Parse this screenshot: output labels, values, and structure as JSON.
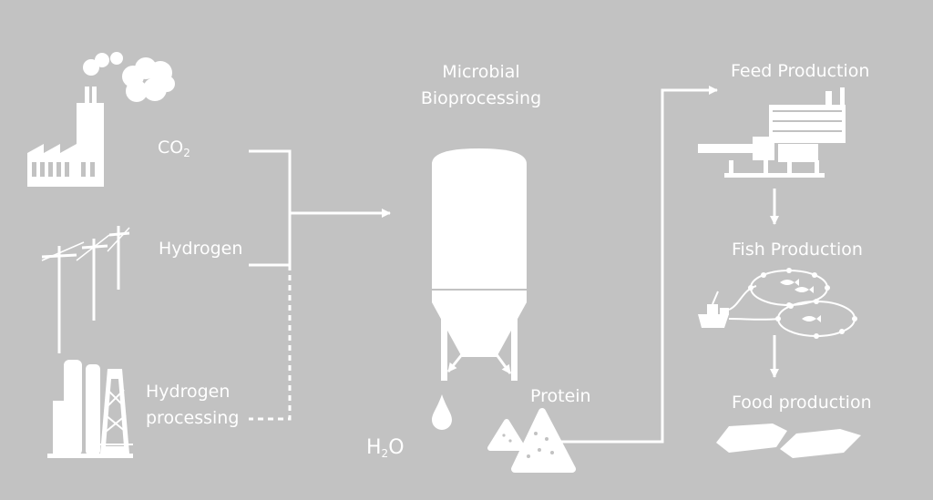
{
  "diagram": {
    "colors": {
      "background": "#c2c2c2",
      "foreground": "#ffffff"
    },
    "inputs": {
      "co2": {
        "main": "CO",
        "sub": "2"
      },
      "hydrogen": "Hydrogen",
      "hydrogen_processing": [
        "Hydrogen",
        "processing"
      ]
    },
    "process": {
      "title": [
        "Microbial",
        "Bioprocessing"
      ],
      "outputs": {
        "water": {
          "pre": "H",
          "sub": "2",
          "post": "O"
        },
        "protein": "Protein"
      }
    },
    "chain": {
      "feed": "Feed Production",
      "fish": "Fish Production",
      "food": "Food production"
    },
    "icons": [
      "factory-icon",
      "power-lines-icon",
      "refinery-icon",
      "bioreactor-icon",
      "water-drop-icon",
      "protein-pile-icon",
      "feed-machine-icon",
      "fish-farm-icon",
      "food-pellet-icon"
    ]
  }
}
